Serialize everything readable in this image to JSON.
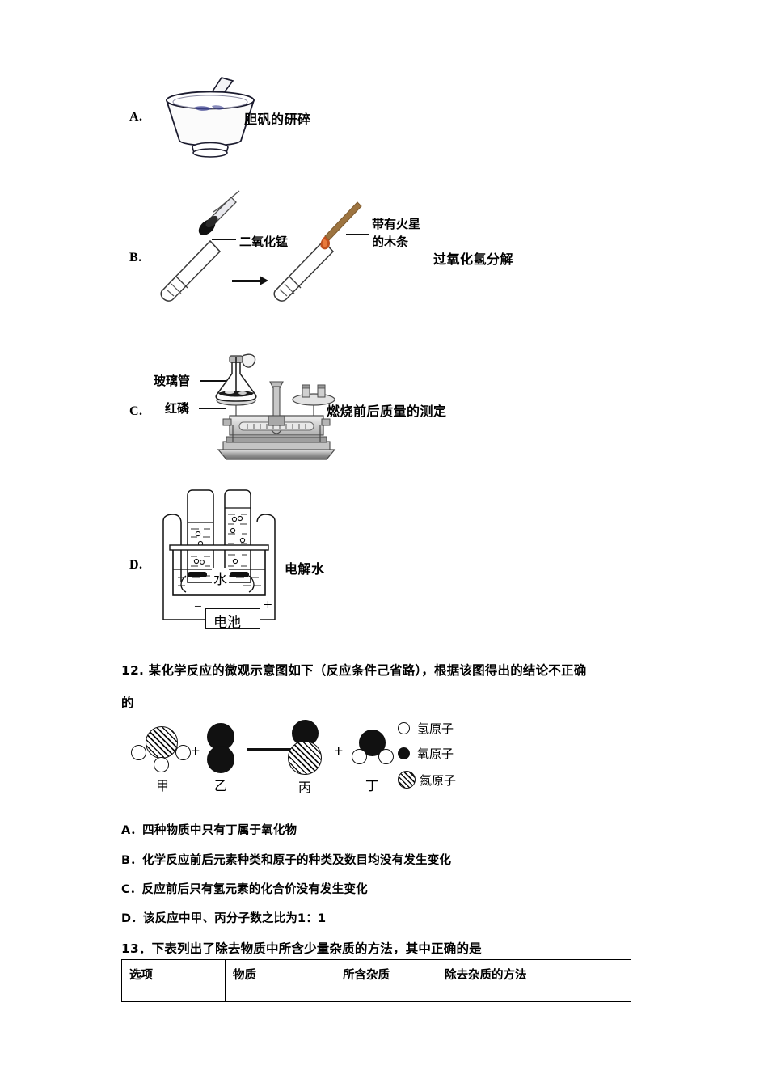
{
  "options": [
    {
      "letter": "A.",
      "caption": "胆矾的研碎",
      "apparatus": "mortar-and-pestle",
      "labels": []
    },
    {
      "letter": "B.",
      "caption": "过氧化氢分解",
      "apparatus": "test-tubes-with-splint",
      "labels": [
        {
          "name": "catalyst",
          "text": "二氧化锰"
        },
        {
          "name": "glowing-splint-line1",
          "text": "带有火星"
        },
        {
          "name": "glowing-splint-line2",
          "text": "的木条"
        }
      ]
    },
    {
      "letter": "C.",
      "caption": "燃烧前后质量的测定",
      "apparatus": "balance-with-flask",
      "labels": [
        {
          "name": "glass-tube",
          "text": "玻璃管"
        },
        {
          "name": "red-phosphorus",
          "text": "红磷"
        }
      ]
    },
    {
      "letter": "D.",
      "caption": "电解水",
      "apparatus": "water-electrolysis",
      "labels": [
        {
          "name": "water",
          "text": "水"
        },
        {
          "name": "battery",
          "text": "电池"
        },
        {
          "name": "negative-terminal",
          "text": "−"
        },
        {
          "name": "positive-terminal",
          "text": "+"
        }
      ]
    }
  ],
  "question12": {
    "stem_line1": "12. 某化学反应的微观示意图如下（反应条件己省路），根据该图得出的结论不正确",
    "stem_line2": "的",
    "diagram": {
      "molecules": [
        {
          "name": "甲",
          "formula": "NH3"
        },
        {
          "name": "乙",
          "formula": "O2"
        },
        {
          "name": "丙",
          "formula": "NO"
        },
        {
          "name": "丁",
          "formula": "H2O"
        }
      ],
      "operator_1": "+",
      "operator_2": "+",
      "legend": [
        {
          "symbol": "hydrogen-atom",
          "text": "氢原子"
        },
        {
          "symbol": "oxygen-atom",
          "text": "氧原子"
        },
        {
          "symbol": "nitrogen-atom",
          "text": "氮原子"
        }
      ]
    },
    "choices": [
      "A．四种物质中只有丁属于氧化物",
      "B．化学反应前后元素种类和原子的种类及数目均没有发生变化",
      "C．反应前后只有氢元素的化合价没有发生变化",
      "D．该反应中甲、丙分子数之比为1：1"
    ]
  },
  "question13": {
    "stem": "13．下表列出了除去物质中所含少量杂质的方法，其中正确的是",
    "table": {
      "headers": [
        "选项",
        "物质",
        "所含杂质",
        "除去杂质的方法"
      ]
    }
  },
  "colors": {
    "ink": "#111111",
    "ember": "#c0501e",
    "wood": "#9d7440",
    "crystal": "#3a3f8f",
    "metal_light": "#d8d8d8",
    "metal_mid": "#9a9a9a",
    "metal_dark": "#5a5a5a"
  }
}
